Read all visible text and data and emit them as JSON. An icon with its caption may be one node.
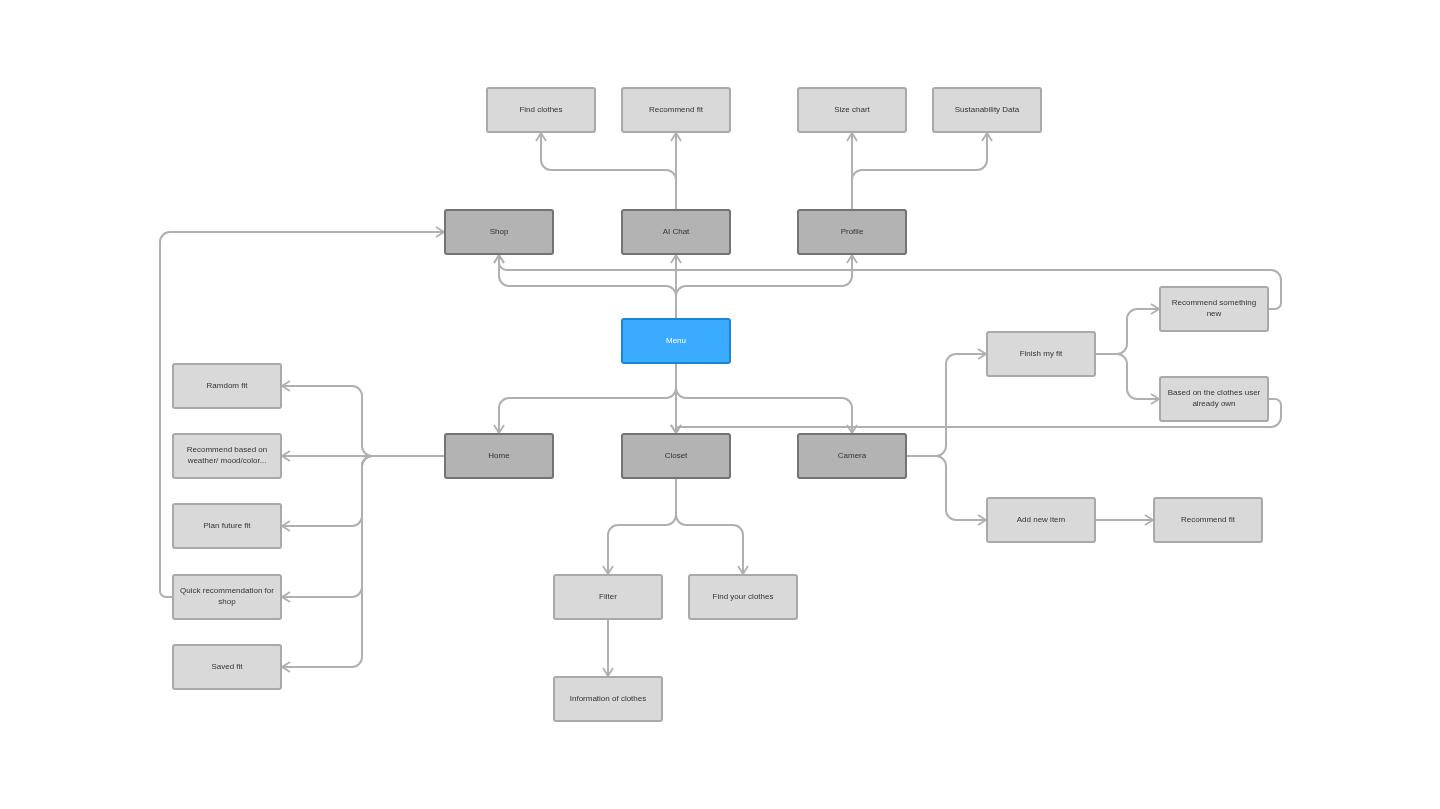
{
  "diagram": {
    "nodes": [
      {
        "text": [
          "Find clothes"
        ]
      },
      {
        "text": [
          "Recommend fit"
        ]
      },
      {
        "text": [
          "Size chart"
        ]
      },
      {
        "text": [
          "Sustanability Data"
        ]
      },
      {
        "text": [
          "Shop"
        ]
      },
      {
        "text": [
          "AI Chat"
        ]
      },
      {
        "text": [
          "Profile"
        ]
      },
      {
        "text": [
          "Menu"
        ]
      },
      {
        "text": [
          "Finish my fit"
        ]
      },
      {
        "text": [
          "Recommend something new"
        ]
      },
      {
        "text": [
          "Ramdom fit"
        ]
      },
      {
        "text": [
          "Based on the clothes user already own"
        ]
      },
      {
        "text": [
          "Home"
        ]
      },
      {
        "text": [
          "Closet"
        ]
      },
      {
        "text": [
          "Camera"
        ]
      },
      {
        "text": [
          "Recommend based on weather/ mood/color..."
        ]
      },
      {
        "text": [
          "Add new item"
        ]
      },
      {
        "text": [
          "Recommend fit"
        ]
      },
      {
        "text": [
          "Plan future fit"
        ]
      },
      {
        "text": [
          "Quick recommendation for shop"
        ]
      },
      {
        "text": [
          "Filter"
        ]
      },
      {
        "text": [
          "Find your clothes"
        ]
      },
      {
        "text": [
          "Saved fit"
        ]
      },
      {
        "text": [
          "Information of clothes"
        ]
      }
    ],
    "edges": [
      {
        "from": 5,
        "to": 0,
        "arrow": "to"
      },
      {
        "from": 5,
        "to": 1,
        "arrow": "to"
      },
      {
        "from": 6,
        "to": 2,
        "arrow": "to"
      },
      {
        "from": 6,
        "to": 3,
        "arrow": "to"
      },
      {
        "from": 7,
        "to": 4,
        "arrow": "to"
      },
      {
        "from": 7,
        "to": 5,
        "arrow": "to"
      },
      {
        "from": 7,
        "to": 6,
        "arrow": "to"
      },
      {
        "from": 7,
        "to": 12,
        "arrow": "to"
      },
      {
        "from": 7,
        "to": 13,
        "arrow": "to"
      },
      {
        "from": 7,
        "to": 14,
        "arrow": "to"
      },
      {
        "from": 9,
        "to": 4,
        "arrow": "to"
      },
      {
        "from": 11,
        "to": 13,
        "arrow": "to"
      },
      {
        "from": 19,
        "to": 4,
        "arrow": "to"
      },
      {
        "from": 12,
        "to": 10,
        "arrow": "to"
      },
      {
        "from": 12,
        "to": 15,
        "arrow": "to"
      },
      {
        "from": 12,
        "to": 18,
        "arrow": "to"
      },
      {
        "from": 12,
        "to": 19,
        "arrow": "to"
      },
      {
        "from": 12,
        "to": 22,
        "arrow": "to"
      },
      {
        "from": 13,
        "to": 20,
        "arrow": "to"
      },
      {
        "from": 13,
        "to": 21,
        "arrow": "to"
      },
      {
        "from": 20,
        "to": 23,
        "arrow": "to"
      },
      {
        "from": 14,
        "to": 8,
        "arrow": "to"
      },
      {
        "from": 14,
        "to": 16,
        "arrow": "to"
      },
      {
        "from": 8,
        "to": 9,
        "arrow": "to"
      },
      {
        "from": 8,
        "to": 11,
        "arrow": "to"
      },
      {
        "from": 16,
        "to": 17,
        "arrow": "to"
      }
    ]
  }
}
